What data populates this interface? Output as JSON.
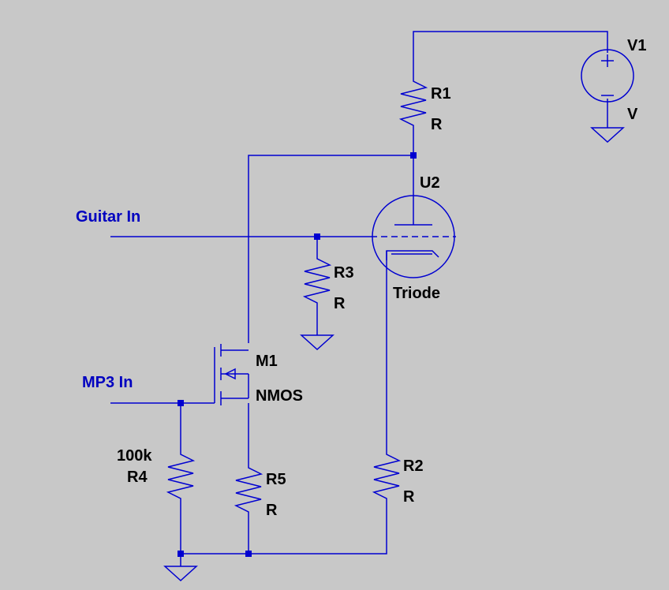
{
  "components": {
    "v1": {
      "name": "V1",
      "value": "V"
    },
    "r1": {
      "name": "R1",
      "value": "R"
    },
    "u2": {
      "name": "U2",
      "value": "Triode"
    },
    "r3": {
      "name": "R3",
      "value": "R"
    },
    "m1": {
      "name": "M1",
      "value": "NMOS"
    },
    "r4": {
      "name": "R4",
      "value": "100k"
    },
    "r5": {
      "name": "R5",
      "value": "R"
    },
    "r2": {
      "name": "R2",
      "value": "R"
    }
  },
  "nets": {
    "guitar_in": "Guitar In",
    "mp3_in": "MP3 In"
  },
  "colors": {
    "background": "#c8c8c8",
    "wire": "#0000d0",
    "net_label": "#0000c0",
    "component_label": "#000000"
  }
}
